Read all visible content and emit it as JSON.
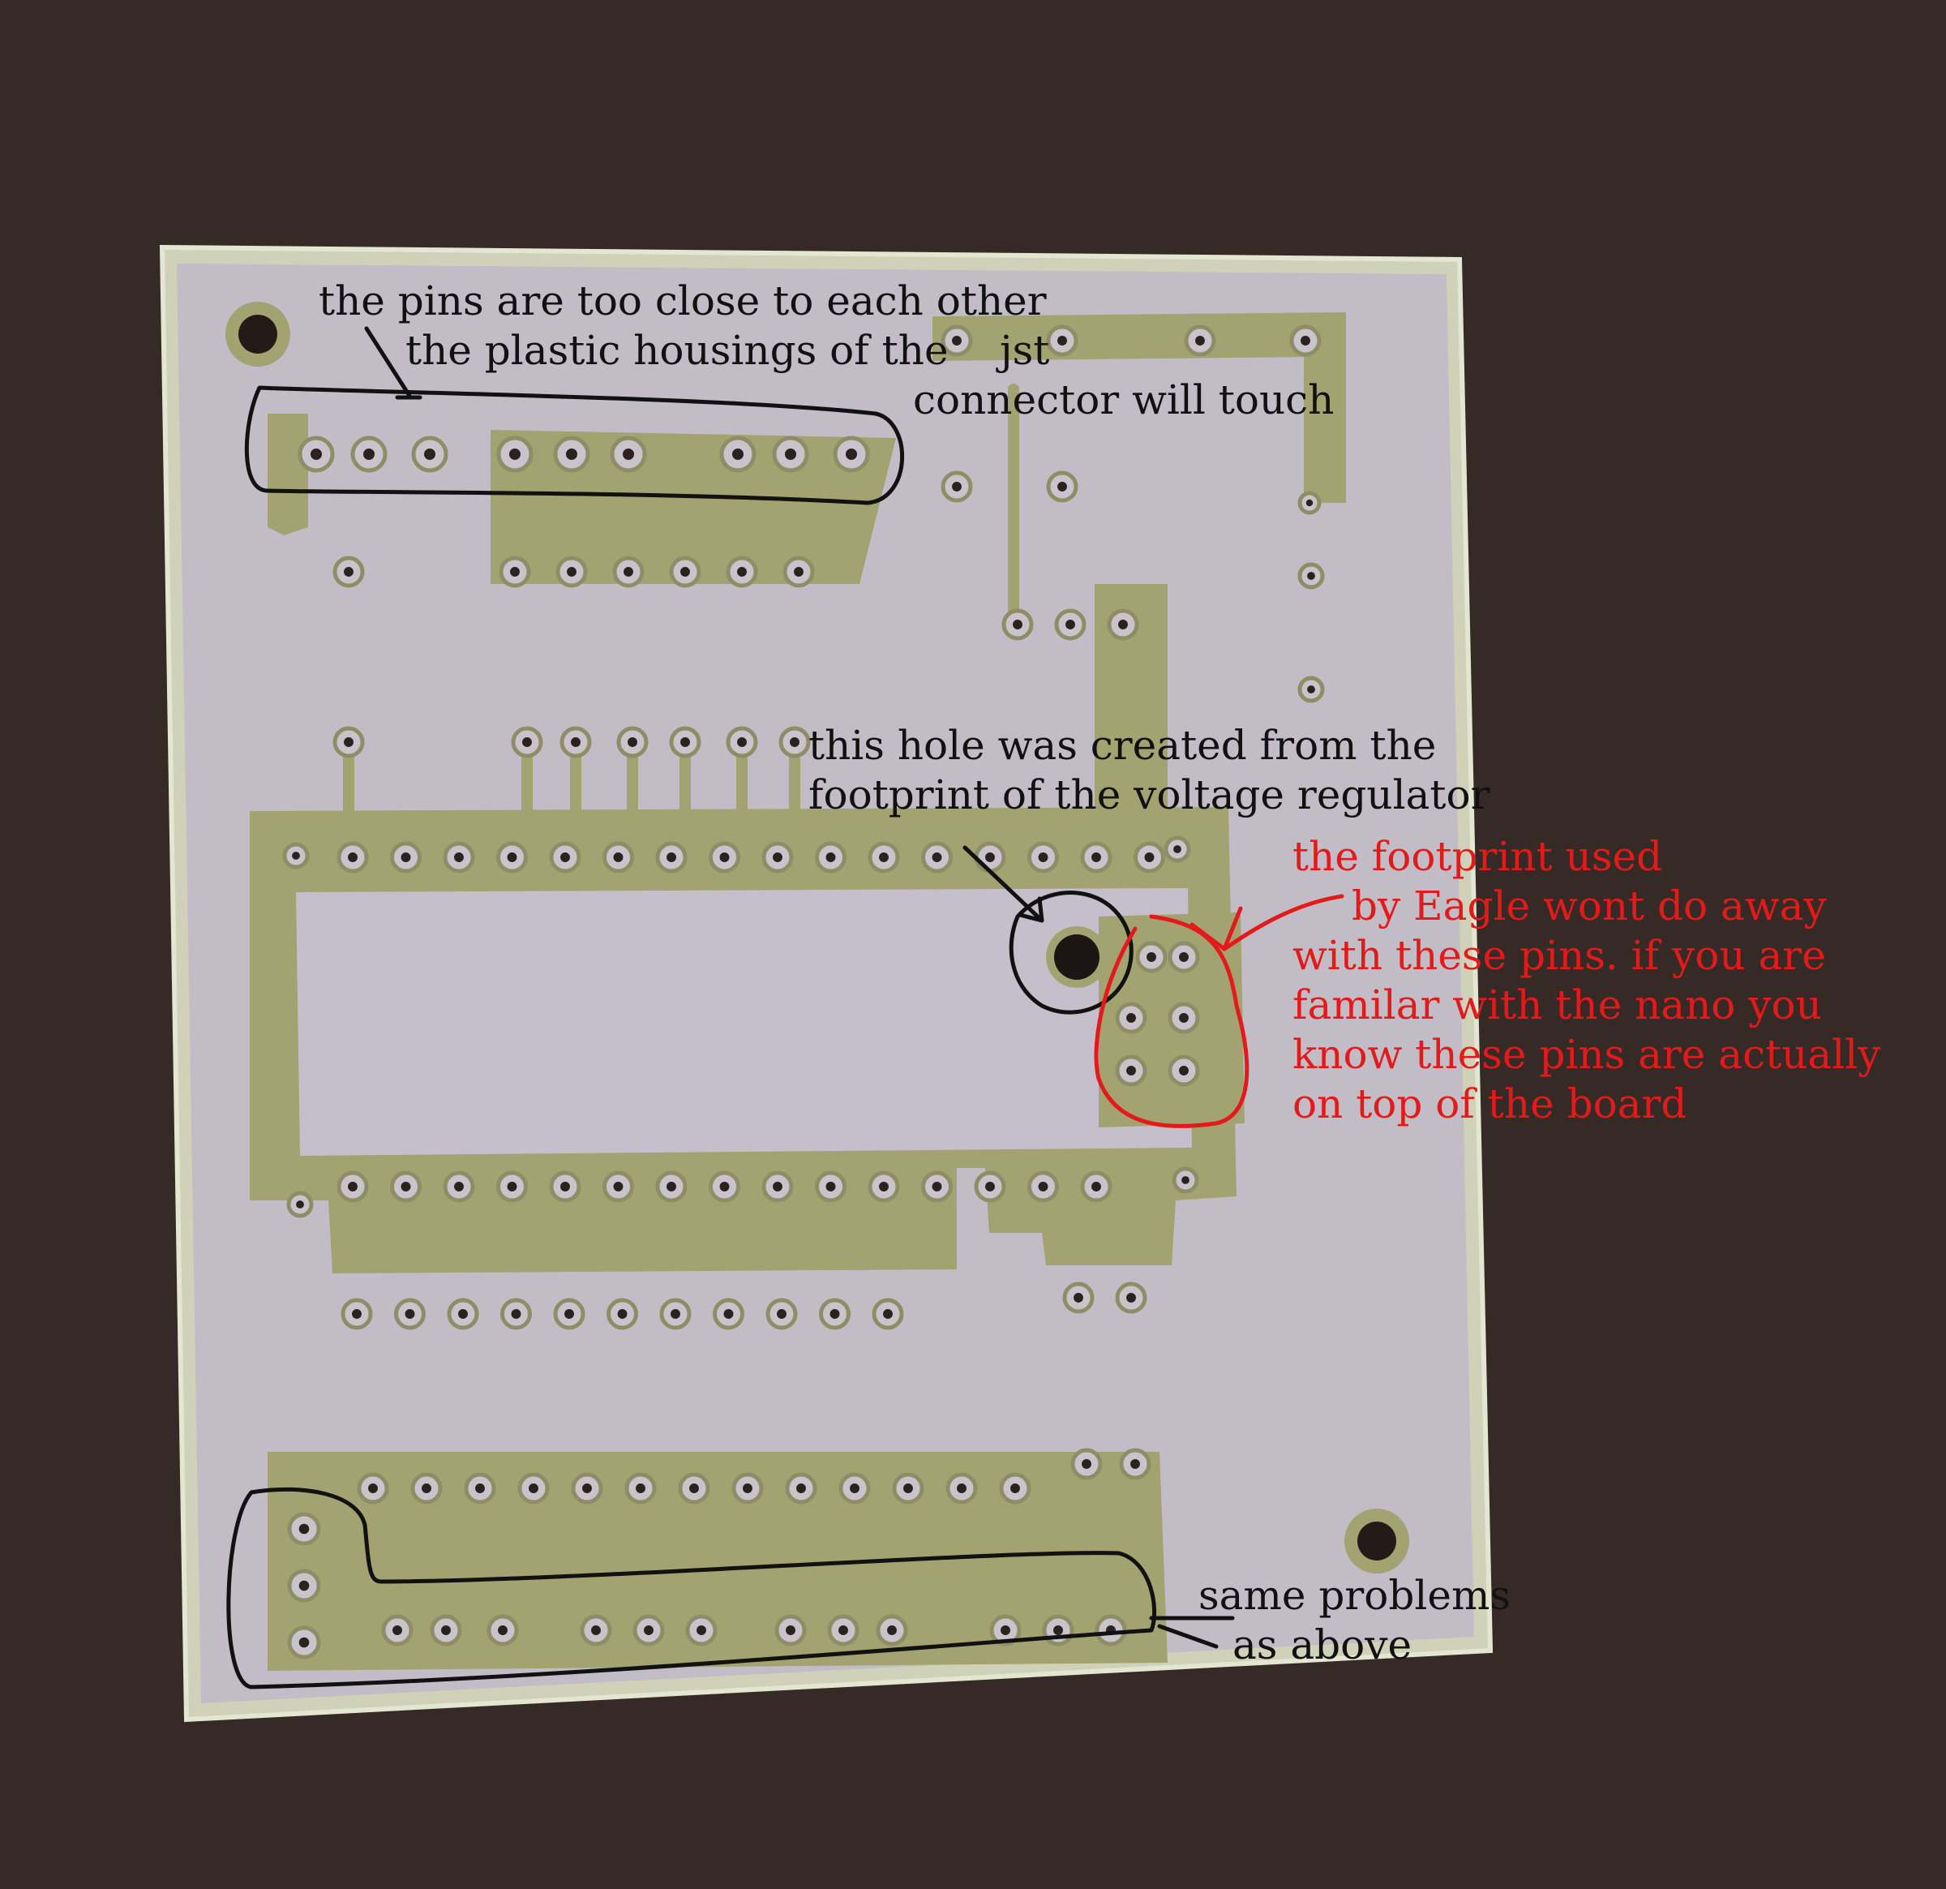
{
  "annotations": {
    "top": {
      "color": "#111111",
      "lines": [
        "the pins are too close to each other",
        "the plastic housings of the    jst",
        "connector will touch"
      ]
    },
    "hole": {
      "color": "#111111",
      "lines": [
        "this hole was created from the",
        "footprint of the voltage regulator"
      ]
    },
    "footprint": {
      "color": "#e41a1a",
      "lines": [
        "the footprint used",
        "by Eagle wont do away",
        "with these pins. if you are",
        "familar with the nano you",
        "know these pins are actually",
        "on top of the board"
      ]
    },
    "bottom": {
      "color": "#111111",
      "lines": [
        "same problems",
        "as above"
      ]
    }
  },
  "colors": {
    "background": "#362a26",
    "board_silver": "#c2bcc7",
    "board_copper": "#a3a271",
    "board_edge": "#d8dcc2"
  }
}
